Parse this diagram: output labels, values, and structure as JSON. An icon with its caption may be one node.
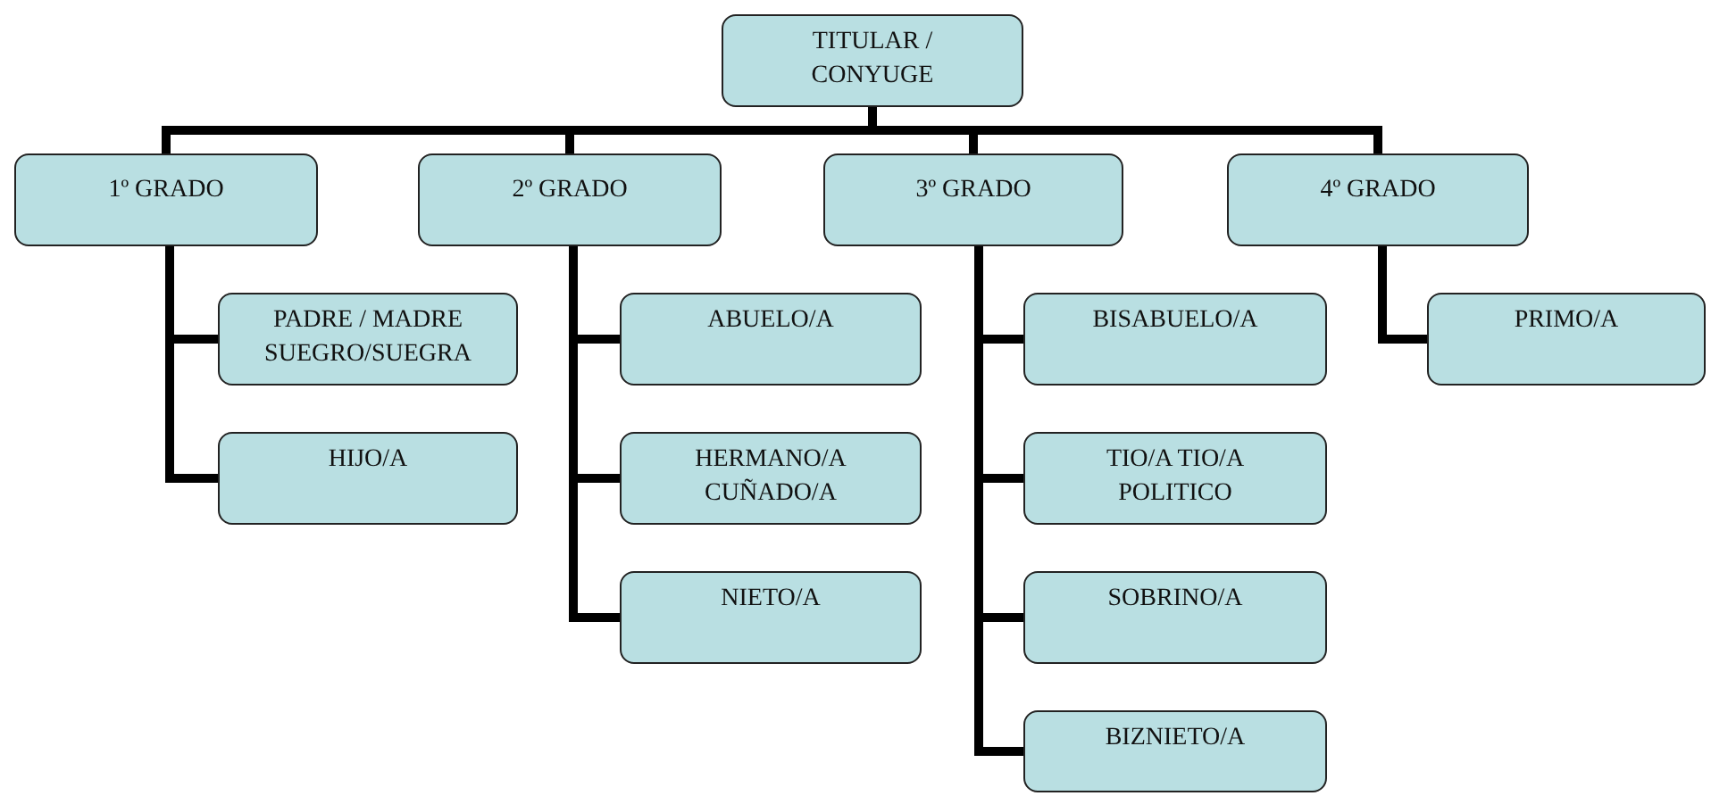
{
  "diagram": {
    "nodes": [
      {
        "text": [
          "TITULAR / CONYUGE"
        ]
      },
      {
        "text": [
          "1º GRADO"
        ]
      },
      {
        "text": [
          "2º GRADO"
        ]
      },
      {
        "text": [
          "3º GRADO"
        ]
      },
      {
        "text": [
          "4º GRADO"
        ]
      },
      {
        "text": [
          "PADRE / MADRE SUEGRO/SUEGRA"
        ]
      },
      {
        "text": [
          "HIJO/A"
        ]
      },
      {
        "text": [
          "ABUELO/A"
        ]
      },
      {
        "text": [
          "HERMANO/A CUÑADO/A"
        ]
      },
      {
        "text": [
          "NIETO/A"
        ]
      },
      {
        "text": [
          "BISABUELO/A"
        ]
      },
      {
        "text": [
          "TIO/A TIO/A POLITICO"
        ]
      },
      {
        "text": [
          "SOBRINO/A"
        ]
      },
      {
        "text": [
          "BIZNIETO/A"
        ]
      },
      {
        "text": [
          "PRIMO/A"
        ]
      }
    ],
    "edges": [
      {
        "from": 0,
        "to": 1,
        "arrow": "none"
      },
      {
        "from": 0,
        "to": 2,
        "arrow": "none"
      },
      {
        "from": 0,
        "to": 3,
        "arrow": "none"
      },
      {
        "from": 0,
        "to": 4,
        "arrow": "none"
      },
      {
        "from": 1,
        "to": 5,
        "arrow": "none"
      },
      {
        "from": 1,
        "to": 6,
        "arrow": "none"
      },
      {
        "from": 2,
        "to": 7,
        "arrow": "none"
      },
      {
        "from": 2,
        "to": 8,
        "arrow": "none"
      },
      {
        "from": 2,
        "to": 9,
        "arrow": "none"
      },
      {
        "from": 3,
        "to": 10,
        "arrow": "none"
      },
      {
        "from": 3,
        "to": 11,
        "arrow": "none"
      },
      {
        "from": 3,
        "to": 12,
        "arrow": "none"
      },
      {
        "from": 3,
        "to": 13,
        "arrow": "none"
      },
      {
        "from": 4,
        "to": 14,
        "arrow": "none"
      }
    ]
  }
}
